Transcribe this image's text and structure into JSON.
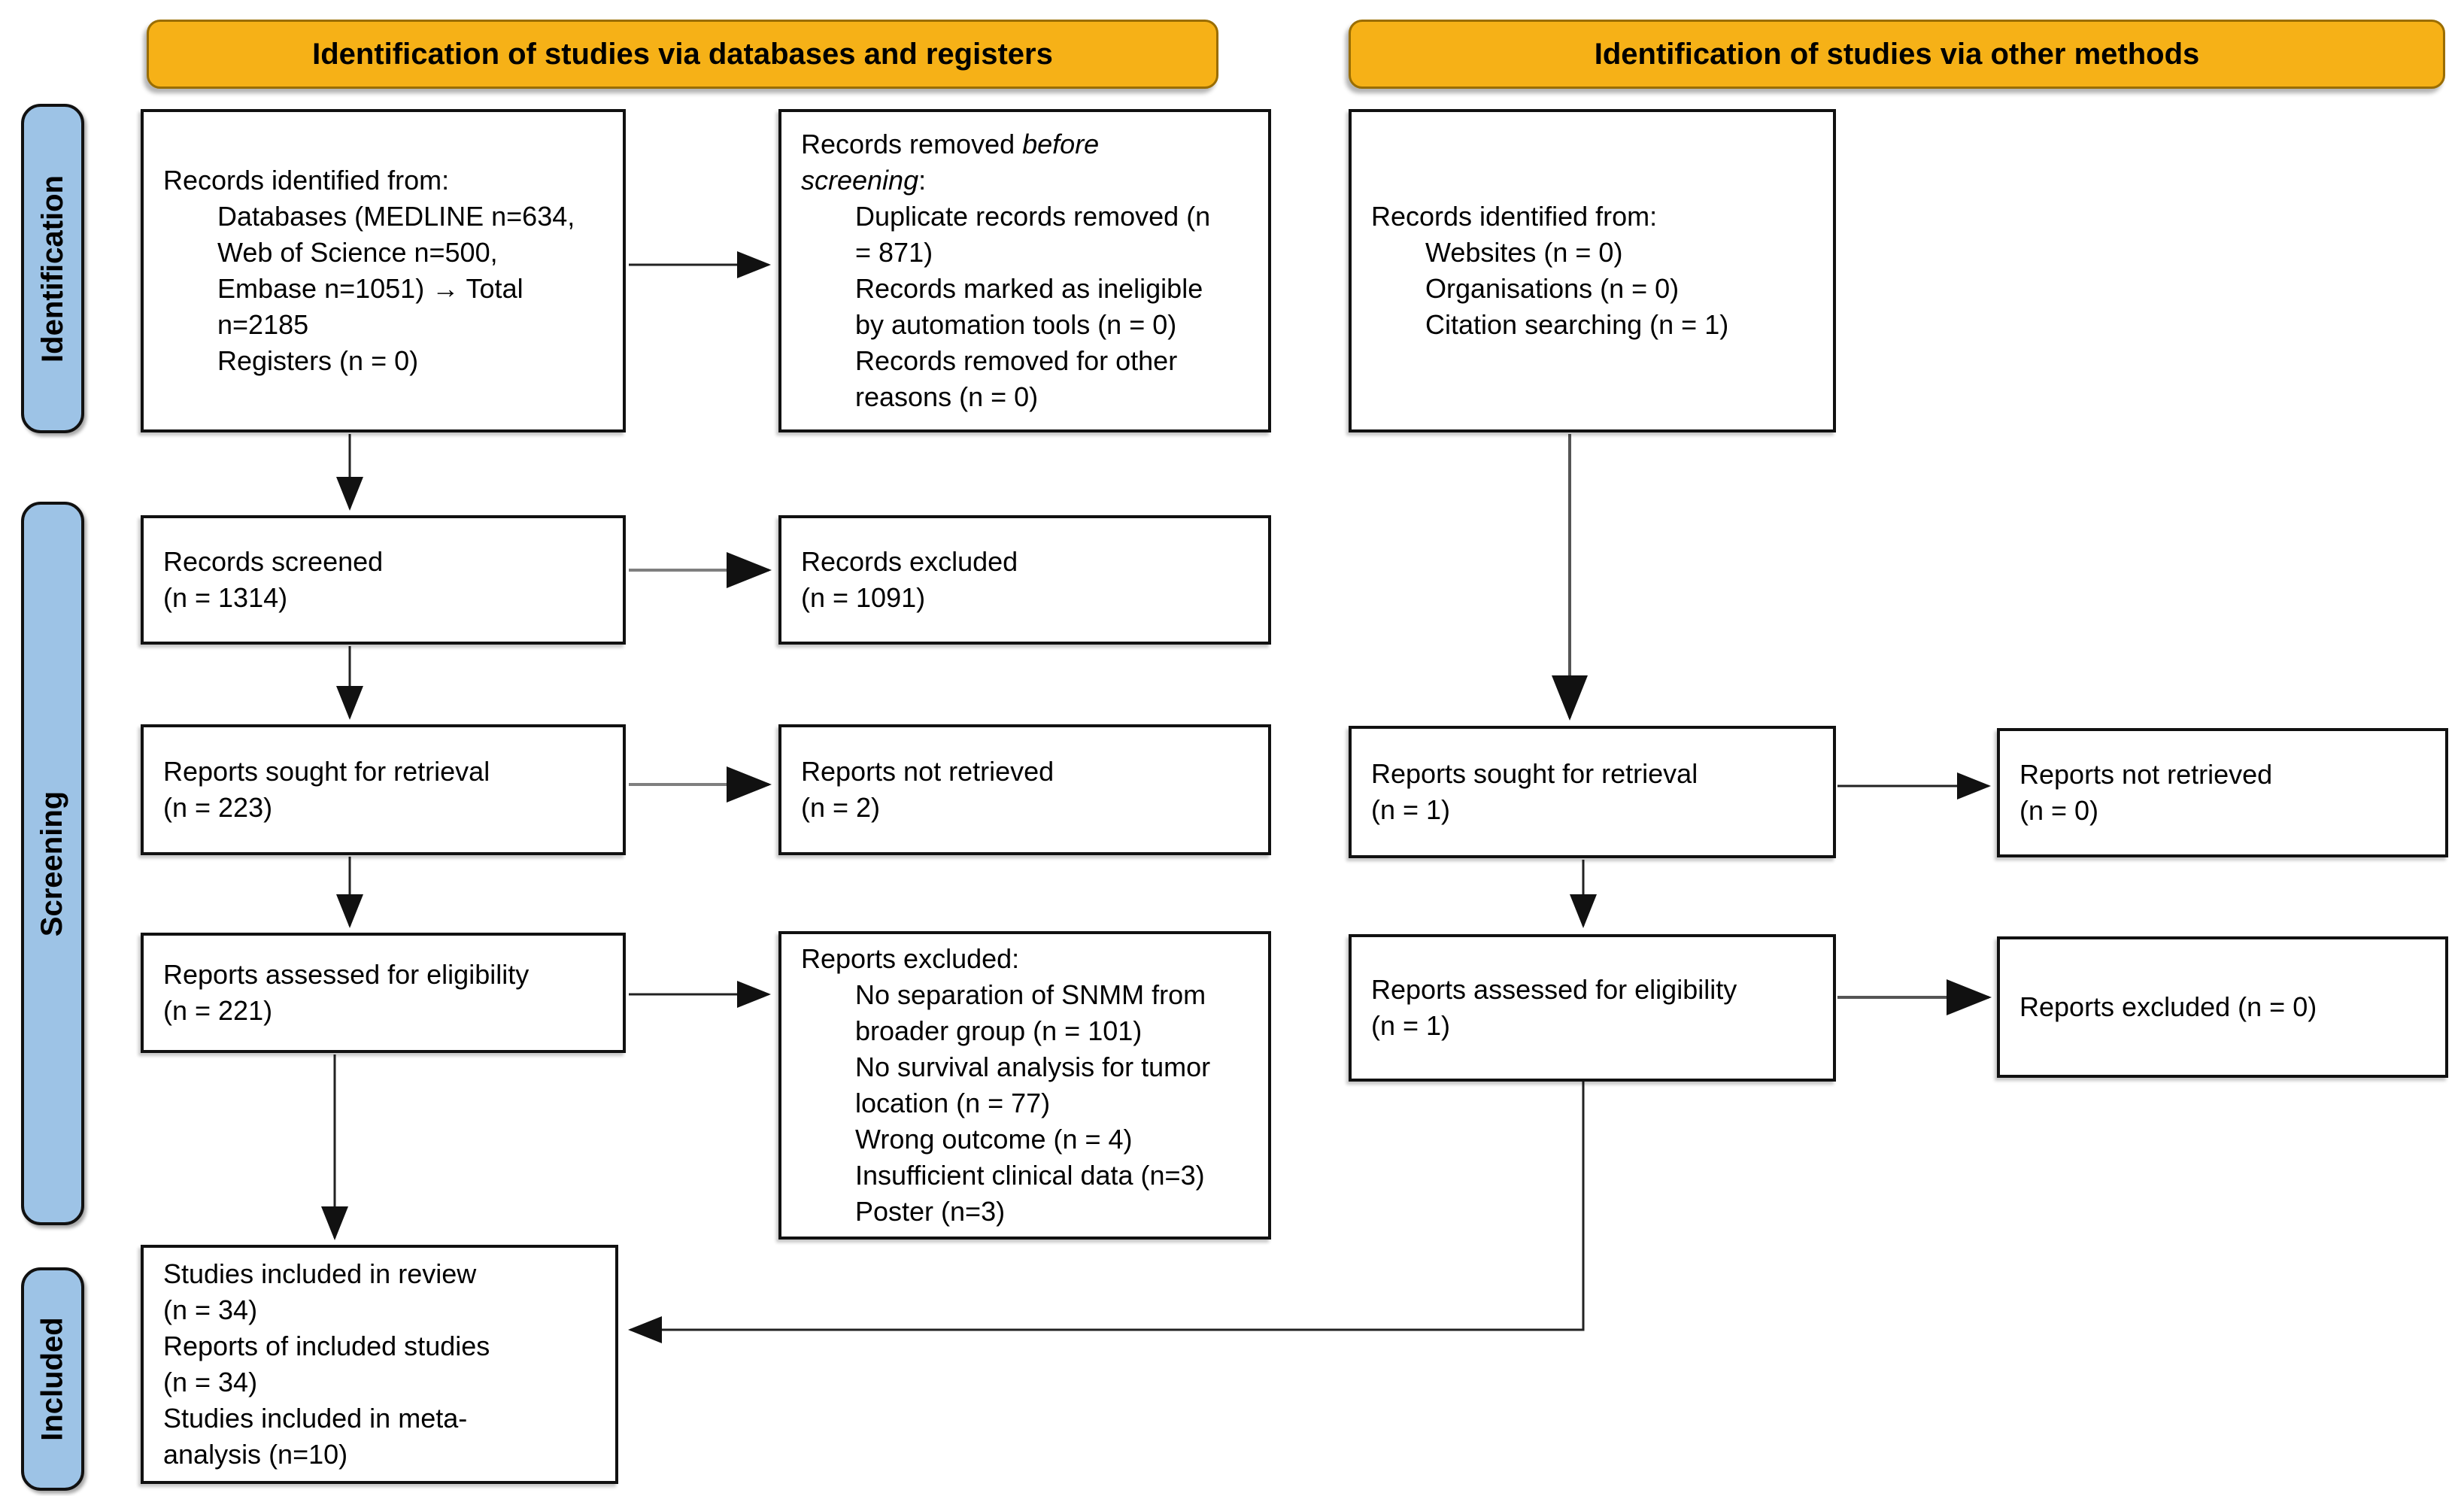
{
  "headers": {
    "databases": "Identification of studies via databases and registers",
    "other_methods": "Identification of studies via other methods"
  },
  "stages": {
    "identification": "Identification",
    "screening": "Screening",
    "included": "Included"
  },
  "colors": {
    "header_bg": "#F6B117",
    "stage_bg": "#9DC3E6",
    "border": "#111111"
  },
  "boxes": {
    "records_identified_db": {
      "title": "Records identified from:",
      "items": [
        {
          "lines": [
            "Databases (MEDLINE n=634,",
            "Web of Science n=500,",
            "Embase n=1051) → Total",
            "n=2185"
          ]
        },
        {
          "lines": [
            "Registers (n = 0)"
          ]
        }
      ]
    },
    "records_removed": {
      "title_line1_normal": "Records removed ",
      "title_line1_italic": "before",
      "title_line2_italic": "screening",
      "title_line2_normal": ":",
      "items": [
        {
          "lines": [
            "Duplicate records removed (n",
            "= 871)"
          ]
        },
        {
          "lines": [
            "Records marked as ineligible",
            "by automation tools (n = 0)"
          ]
        },
        {
          "lines": [
            "Records removed for other",
            "reasons (n = 0)"
          ]
        }
      ]
    },
    "records_identified_other": {
      "title": "Records identified from:",
      "items": [
        {
          "lines": [
            "Websites (n = 0)"
          ]
        },
        {
          "lines": [
            "Organisations (n = 0)"
          ]
        },
        {
          "lines": [
            "Citation searching (n = 1)"
          ]
        }
      ]
    },
    "records_screened": {
      "lines": [
        "Records screened",
        "(n = 1314)"
      ]
    },
    "records_excluded": {
      "lines": [
        "Records excluded",
        "(n = 1091)"
      ]
    },
    "reports_sought_db": {
      "lines": [
        "Reports sought for retrieval",
        "(n = 223)"
      ]
    },
    "reports_not_retrieved_db": {
      "lines": [
        "Reports not retrieved",
        "(n = 2)"
      ]
    },
    "reports_sought_other": {
      "lines": [
        "Reports sought for retrieval",
        "(n = 1)"
      ]
    },
    "reports_not_retrieved_other": {
      "lines": [
        "Reports not retrieved",
        "(n = 0)"
      ]
    },
    "reports_assessed_db": {
      "lines": [
        "Reports assessed for eligibility",
        "(n = 221)"
      ]
    },
    "reports_excluded_db": {
      "title": "Reports excluded:",
      "items": [
        {
          "lines": [
            "No separation of SNMM from",
            "broader group (n = 101)"
          ]
        },
        {
          "lines": [
            "No survival analysis for tumor",
            "location (n = 77)"
          ]
        },
        {
          "lines": [
            "Wrong outcome (n = 4)"
          ]
        },
        {
          "lines": [
            "Insufficient clinical data (n=3)"
          ]
        },
        {
          "lines": [
            "Poster (n=3)"
          ]
        }
      ]
    },
    "reports_assessed_other": {
      "lines": [
        "Reports assessed for eligibility",
        "(n = 1)"
      ]
    },
    "reports_excluded_other": {
      "lines": [
        "Reports excluded (n = 0)"
      ]
    },
    "studies_included": {
      "lines": [
        "Studies included in review",
        "(n = 34)",
        "Reports of included studies",
        "(n = 34)",
        "Studies included in meta-",
        "analysis (n=10)"
      ]
    }
  }
}
